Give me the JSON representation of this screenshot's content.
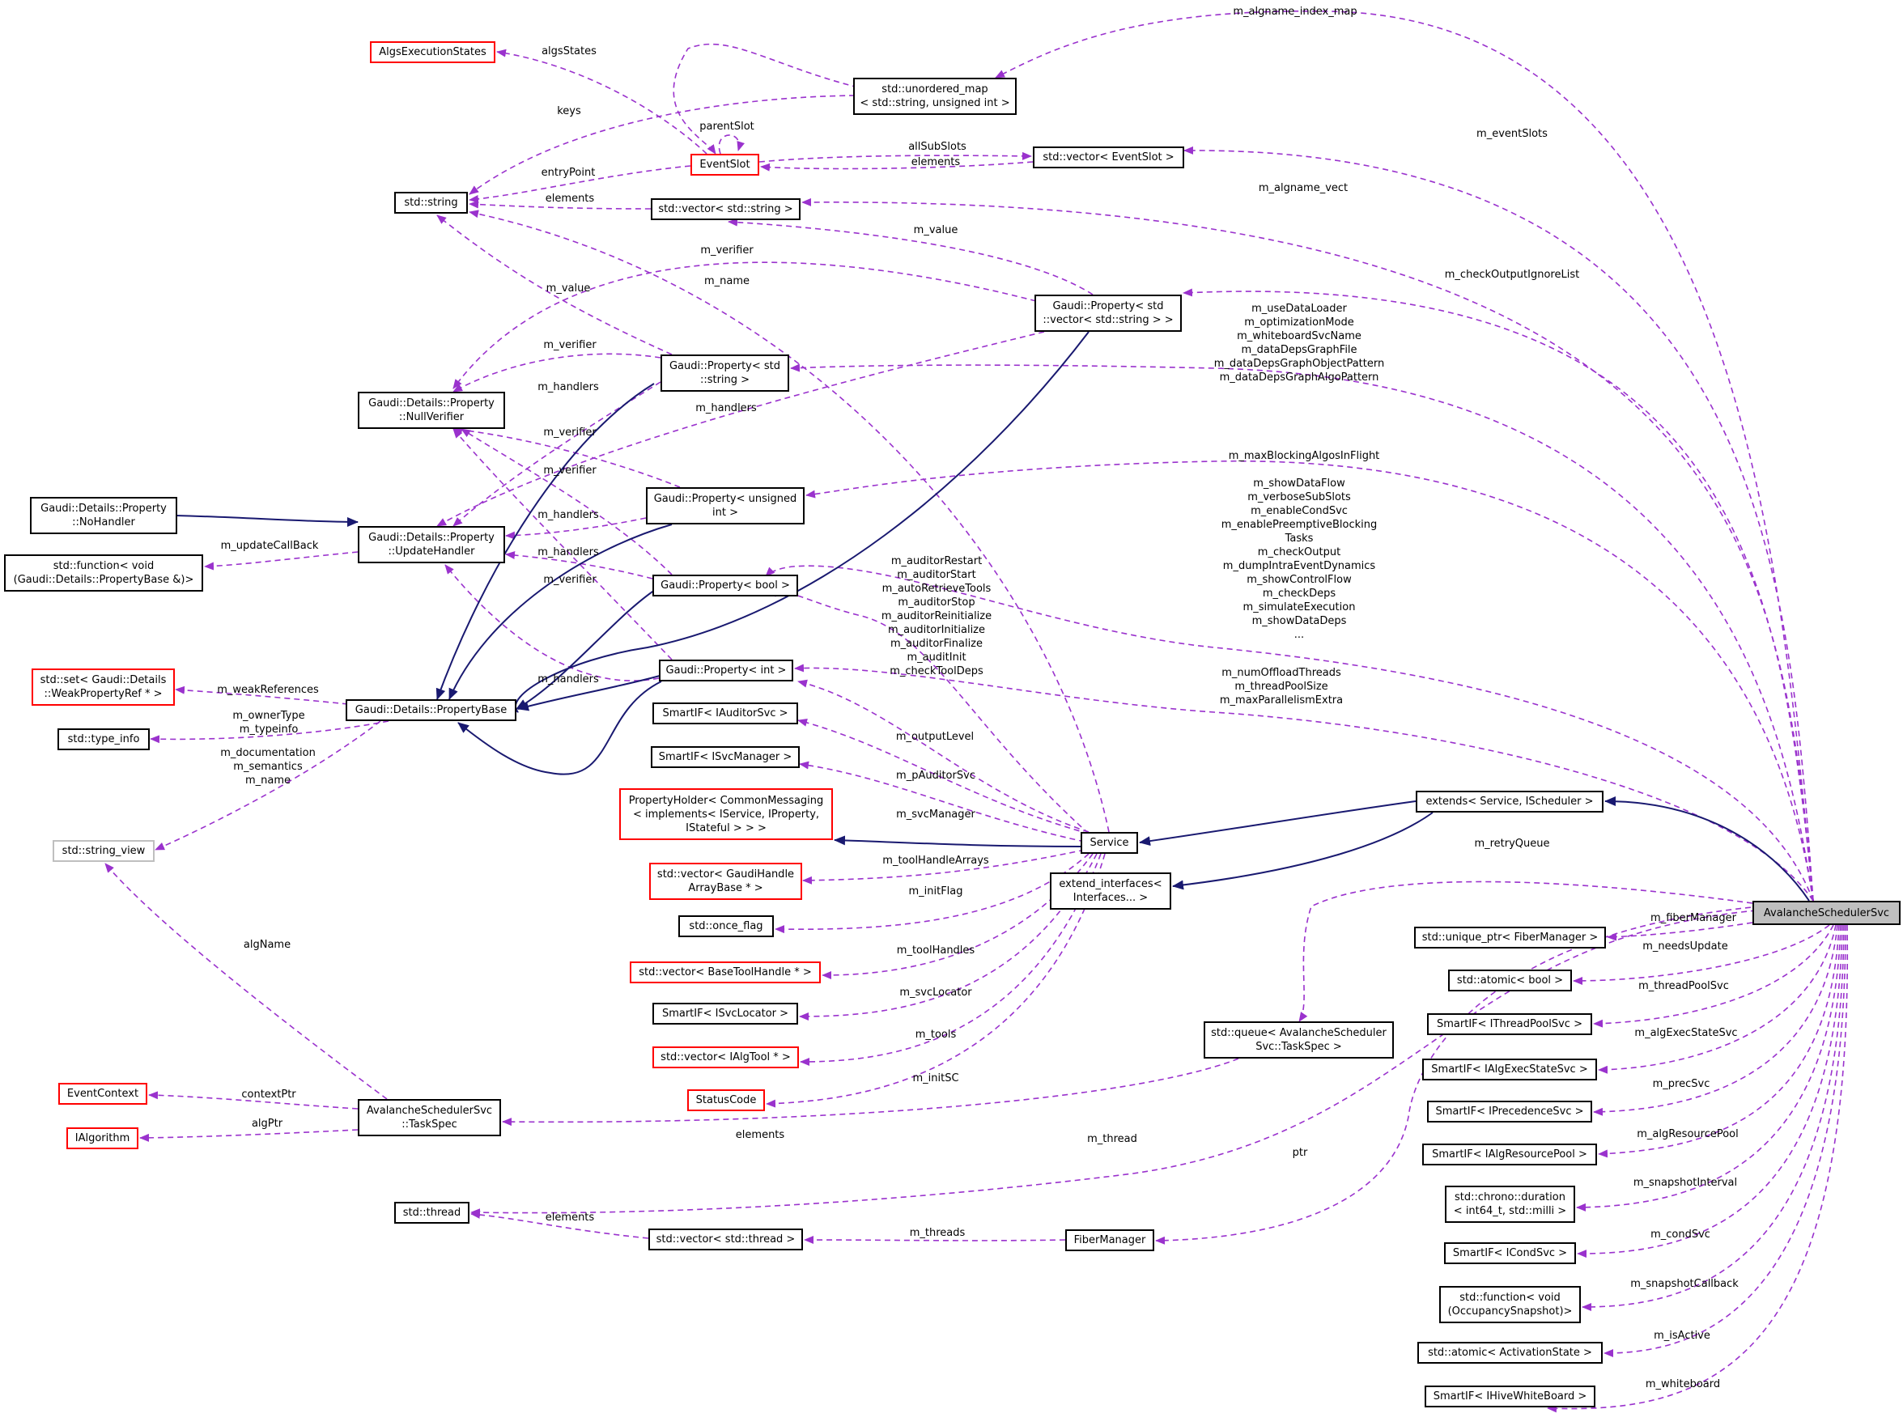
{
  "colors": {
    "member_edge": "#9a32cd",
    "inherit_edge": "#191970",
    "incomplete_border": "#ff0000",
    "missing_border": "#bfbfbf",
    "selected_fill": "#bfbfbf"
  },
  "nodes": {
    "main": "AvalancheSchedulerSvc",
    "extends": "extends< Service, IScheduler >",
    "extend_ifaces": "extend_interfaces<\nInterfaces... >",
    "service": "Service",
    "prop_holder": "PropertyHolder< CommonMessaging\n< implements< IService, IProperty,\nIStateful > > >",
    "gh_array": "std::vector< GaudiHandle\nArrayBase * >",
    "once_flag": "std::once_flag",
    "tool_handle": "std::vector< BaseToolHandle * >",
    "svc_locator": "SmartIF< ISvcLocator >",
    "ialgtool": "std::vector< IAlgTool * >",
    "status_code": "StatusCode",
    "auditor_svc": "SmartIF< IAuditorSvc >",
    "svc_manager": "SmartIF< ISvcManager >",
    "prop_int": "Gaudi::Property< int >",
    "prop_bool": "Gaudi::Property< bool >",
    "prop_uint": "Gaudi::Property< unsigned\nint >",
    "prop_string": "Gaudi::Property< std\n::string >",
    "prop_vecstr": "Gaudi::Property< std\n::vector< std::string > >",
    "vec_string": "std::vector< std::string >",
    "std_string": "std::string",
    "event_slot": "EventSlot",
    "vec_eventslot": "std::vector< EventSlot >",
    "unordered_map": "std::unordered_map\n< std::string, unsigned int >",
    "algs_exec": "AlgsExecutionStates",
    "null_verifier": "Gaudi::Details::Property\n::NullVerifier",
    "update_handler": "Gaudi::Details::Property\n::UpdateHandler",
    "no_handler": "Gaudi::Details::Property\n::NoHandler",
    "std_function_pb": "std::function< void\n(Gaudi::Details::PropertyBase &)>",
    "property_base": "Gaudi::Details::PropertyBase",
    "weak_ref": "std::set< Gaudi::Details\n::WeakPropertyRef * >",
    "type_info": "std::type_info",
    "string_view": "std::string_view",
    "task_spec": "AvalancheSchedulerSvc\n::TaskSpec",
    "event_context": "EventContext",
    "ialgorithm": "IAlgorithm",
    "std_thread": "std::thread",
    "vec_thread": "std::vector< std::thread >",
    "fiber_manager": "FiberManager",
    "queue_taskspec": "std::queue< AvalancheScheduler\nSvc::TaskSpec >",
    "unique_ptr_fm": "std::unique_ptr< FiberManager >",
    "atomic_bool": "std::atomic< bool >",
    "si_threadpool": "SmartIF< IThreadPoolSvc >",
    "si_algexec": "SmartIF< IAlgExecStateSvc >",
    "si_precedence": "SmartIF< IPrecedenceSvc >",
    "si_algres": "SmartIF< IAlgResourcePool >",
    "chrono": "std::chrono::duration\n< int64_t, std::milli >",
    "si_cond": "SmartIF< ICondSvc >",
    "function_occ": "std::function< void\n(OccupancySnapshot)>",
    "atomic_activation": "std::atomic< ActivationState >",
    "si_whiteboard": "SmartIF< IHiveWhiteBoard >"
  },
  "edge_labels": {
    "algname_index_map": "m_algname_index_map",
    "event_slots": "m_eventSlots",
    "algname_vect": "m_algname_vect",
    "check_output": "m_checkOutputIgnoreList",
    "string_props": "m_useDataLoader\nm_optimizationMode\nm_whiteboardSvcName\nm_dataDepsGraphFile\nm_dataDepsGraphObjectPattern\nm_dataDepsGraphAlgoPattern",
    "max_blocking": "m_maxBlockingAlgosInFlight",
    "bool_props": "m_showDataFlow\nm_verboseSubSlots\nm_enableCondSvc\nm_enablePreemptiveBlocking\nTasks\nm_checkOutput\nm_dumpIntraEventDynamics\nm_showControlFlow\nm_checkDeps\nm_simulateExecution\nm_showDataDeps\n...",
    "int_props": "m_numOffloadThreads\nm_threadPoolSize\nm_maxParallelismExtra",
    "retry_queue": "m_retryQueue",
    "fiber_mgr": "m_fiberManager",
    "needs_update": "m_needsUpdate",
    "thread_pool_svc": "m_threadPoolSvc",
    "alg_exec_state_svc": "m_algExecStateSvc",
    "prec_svc": "m_precSvc",
    "alg_resource_pool": "m_algResourcePool",
    "snapshot_interval": "m_snapshotInterval",
    "cond_svc": "m_condSvc",
    "snapshot_callback": "m_snapshotCallback",
    "is_active": "m_isActive",
    "whiteboard": "m_whiteboard",
    "thread": "m_thread",
    "ptr": "ptr",
    "elements": "elements",
    "threads": "m_threads",
    "auditor_bools": "m_auditorRestart\nm_auditorStart\nm_autoRetrieveTools\nm_auditorStop\nm_auditorReinitialize\nm_auditorInitialize\nm_auditorFinalize\nm_auditInit\nm_checkToolDeps",
    "output_level": "m_outputLevel",
    "p_auditor_svc": "m_pAuditorSvc",
    "svc_manager": "m_svcManager",
    "tool_handle_arrays": "m_toolHandleArrays",
    "init_flag": "m_initFlag",
    "tool_handles": "m_toolHandles",
    "svc_locator": "m_svcLocator",
    "tools": "m_tools",
    "init_sc": "m_initSC",
    "m_name": "m_name",
    "m_value": "m_value",
    "m_verifier": "m_verifier",
    "m_handlers": "m_handlers",
    "keys": "keys",
    "algs_states": "algsStates",
    "parent_slot": "parentSlot",
    "entry_point": "entryPoint",
    "all_sub_slots": "allSubSlots",
    "update_callback": "m_updateCallBack",
    "weak_references": "m_weakReferences",
    "owner_type": "m_ownerType\nm_typeinfo",
    "doc_sem_name": "m_documentation\nm_semantics\nm_name",
    "alg_name": "algName",
    "context_ptr": "contextPtr",
    "alg_ptr": "algPtr"
  }
}
